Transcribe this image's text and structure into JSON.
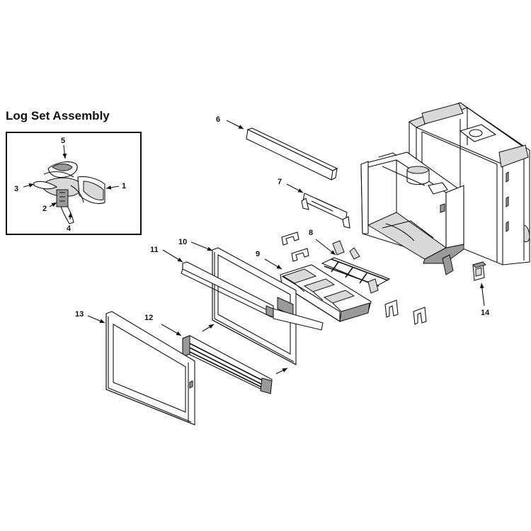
{
  "diagram": {
    "title": "Log Set Assembly",
    "inset_callouts": [
      {
        "id": "callout-1",
        "text": "1"
      },
      {
        "id": "callout-2",
        "text": "2"
      },
      {
        "id": "callout-3",
        "text": "3"
      },
      {
        "id": "callout-4",
        "text": "4"
      },
      {
        "id": "callout-5",
        "text": "5"
      }
    ],
    "callouts": [
      {
        "id": "callout-6",
        "text": "6"
      },
      {
        "id": "callout-7",
        "text": "7"
      },
      {
        "id": "callout-8",
        "text": "8"
      },
      {
        "id": "callout-9",
        "text": "9"
      },
      {
        "id": "callout-10",
        "text": "10"
      },
      {
        "id": "callout-11",
        "text": "11"
      },
      {
        "id": "callout-12",
        "text": "12"
      },
      {
        "id": "callout-13",
        "text": "13"
      },
      {
        "id": "callout-14",
        "text": "14"
      }
    ],
    "line_color": "#111111",
    "fill_light": "#d9d9d9",
    "fill_dark": "#9a9a9a"
  }
}
